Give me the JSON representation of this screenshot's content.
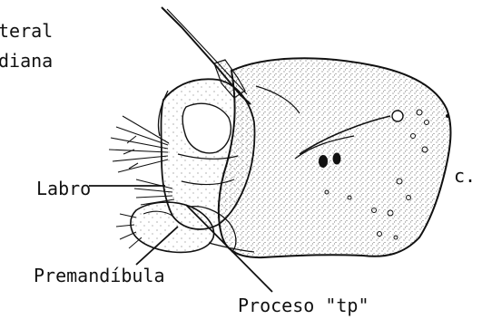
{
  "figure": {
    "title_line1": "teral",
    "title_line2": "diana",
    "panel_letter": "c.",
    "labels": {
      "labro": "Labro",
      "premandibula": "Premandíbula",
      "proceso_tp": "Proceso \"tp\""
    }
  },
  "colors": {
    "ink": "#111111",
    "paper": "#ffffff",
    "stipple": "#3a3a3a"
  }
}
